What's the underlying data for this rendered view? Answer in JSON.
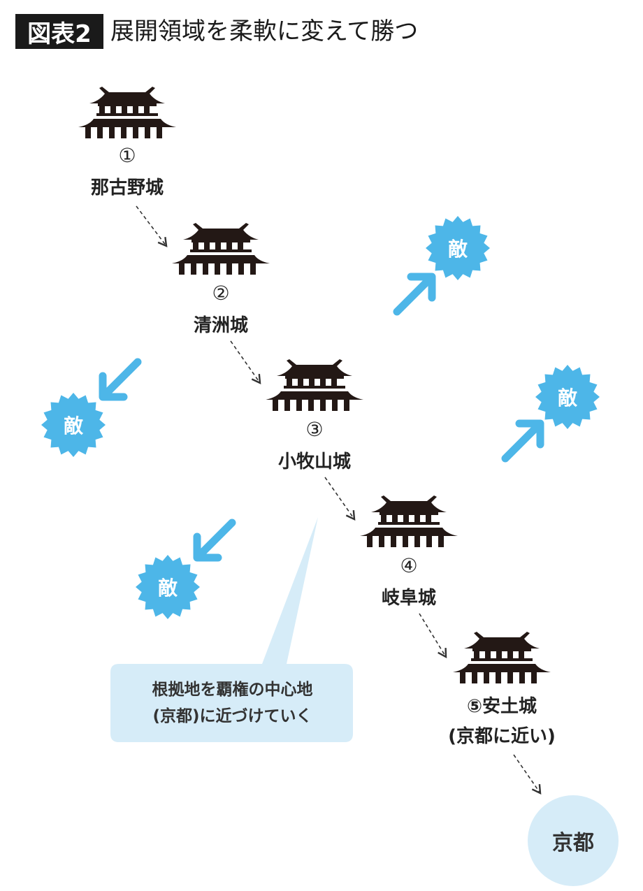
{
  "title": {
    "badge": "図表2",
    "text": "展開領域を柔軟に変えて勝つ"
  },
  "castles": [
    {
      "num": "①",
      "name": "那古野城"
    },
    {
      "num": "②",
      "name": "清洲城"
    },
    {
      "num": "③",
      "name": "小牧山城"
    },
    {
      "num": "④",
      "name": "岐阜城"
    },
    {
      "name": "⑤安土城",
      "sub": "(京都に近い)"
    }
  ],
  "enemy_label": "敵",
  "callout": {
    "line1": "根拠地を覇権の中心地",
    "line2": "(京都)に近づけていく"
  },
  "destination": "京都",
  "colors": {
    "enemy": "#4db6e8",
    "callout": "#d6ecf8",
    "castle": "#231815"
  }
}
